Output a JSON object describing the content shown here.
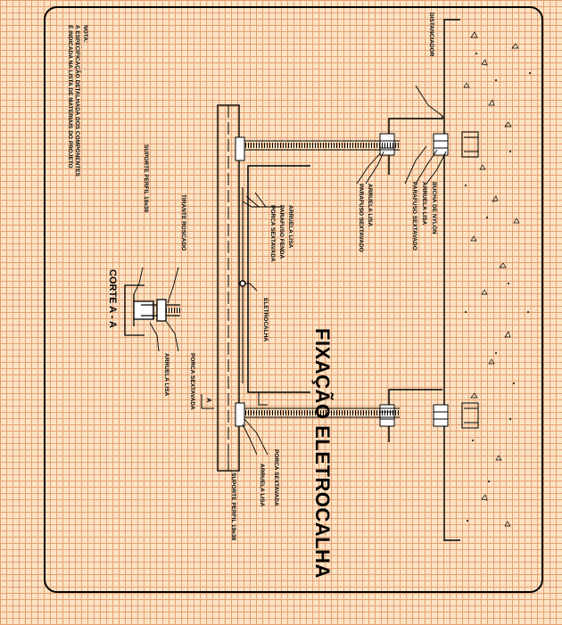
{
  "drawing": {
    "title": "FIXAÇÃO ELETROCALHA",
    "section_title": "CORTE A - A",
    "section_marker": "A",
    "note_heading": "NOTA:",
    "note_line_1": "A ESPECIFICAÇÃO DETALHADA DOS COMPONENTES",
    "note_line_2": "É INDICADA NA LISTA DE MATERIAIS DO PROJETO"
  },
  "labels": {
    "distanciador": "DISTANCIADOR",
    "bucha_nylon": "BUCHA DE NYLON",
    "arruela_lisa_top": "ARRUELA LISA",
    "parafuso_sextavado_top": "PARAFUSO SEXTAVADO",
    "arruela_lisa_mid": "ARRUELA LISA",
    "parafuso_sextavado_mid": "PARAFUSO SEXTAVADO",
    "arruela_lisa_inner": "ARRUELA LISA",
    "parafuso_fenda": "PARAFUSO FENDA",
    "porca_sextavada_inner": "PORCA SEXTAVADA",
    "eletrocalha": "ELETROCALHA",
    "porca_sextavada_right": "PORCA SEXTAVADA",
    "arruela_lisa_right": "ARRUELA LISA",
    "suporte_perfil_right": "SUPORTE PERFIL 19x38",
    "tirante_roscado": "TIRANTE ROSCADO",
    "suporte_perfil_left": "SUPORTE PERFIL 19x38",
    "porca_sextavada_section": "PORCA SEXTAVADA",
    "arruela_lisa_section": "ARRUELA LISA"
  }
}
